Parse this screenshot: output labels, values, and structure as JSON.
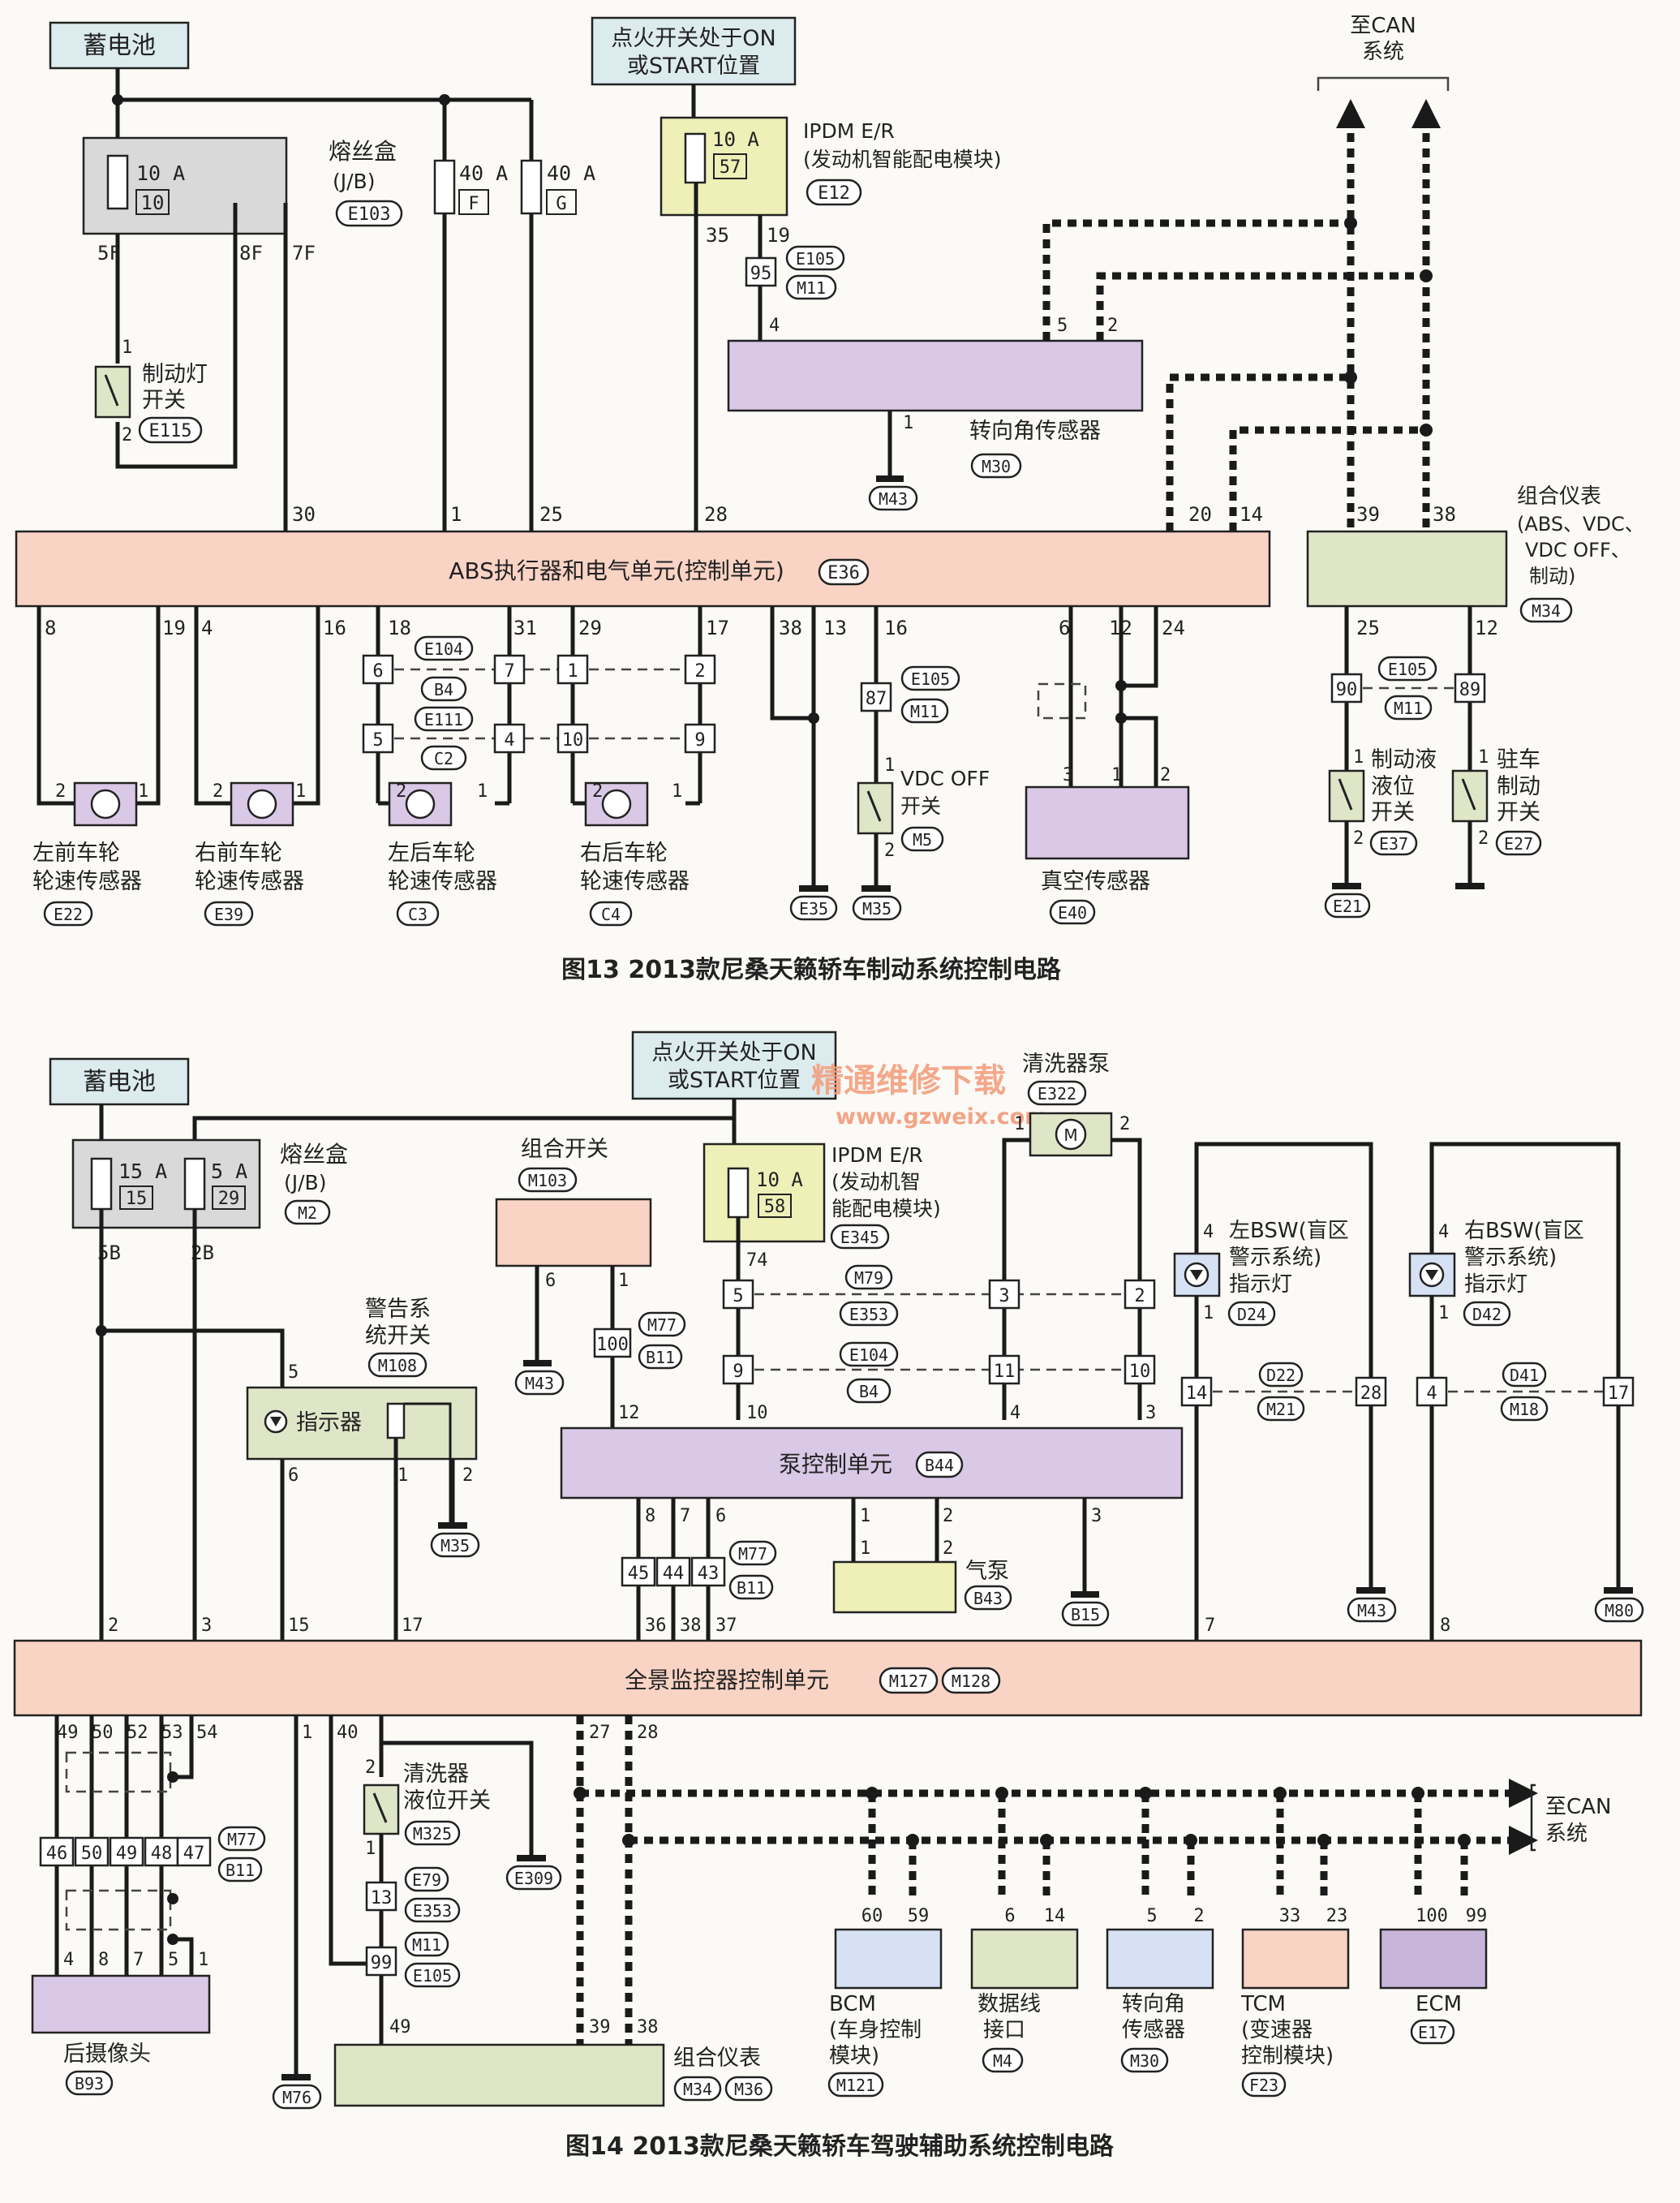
{
  "fig13": {
    "caption": "图13 2013款尼桑天籁轿车制动系统控制电路",
    "battery": "蓄电池",
    "ign_1": "点火开关处于ON",
    "ign_2": "或START位置",
    "can_1": "至CAN",
    "can_2": "系统",
    "fusebox": "熔丝盒",
    "fusebox_jb": "(J/B)",
    "fusebox_conn": "E103",
    "fuse_10a": "10 A",
    "fuse_10a_no": "10",
    "fuse_40f": "40 A",
    "fuse_40f_no": "F",
    "fuse_40g": "40 A",
    "fuse_40g_no": "G",
    "pin_5f": "5F",
    "pin_8f": "8F",
    "pin_7f": "7F",
    "ipdm_1": "IPDM E/R",
    "ipdm_2": "(发动机智能配电模块)",
    "ipdm_fuse": "10 A",
    "ipdm_fuse_no": "57",
    "ipdm_conn": "E12",
    "pin_35": "35",
    "pin_19": "19",
    "j95": "95",
    "j95_c1": "E105",
    "j95_c2": "M11",
    "pin_4": "4",
    "brake_sw_1": "制动灯",
    "brake_sw_2": "开关",
    "brake_sw_conn": "E115",
    "sas": "转向角传感器",
    "sas_conn": "M30",
    "sas_gnd": "M43",
    "abs": "ABS执行器和电气单元(控制单元)",
    "abs_conn": "E36",
    "meter_1": "组合仪表",
    "meter_2": "(ABS、VDC、",
    "meter_3": "VDC OFF、",
    "meter_4": "制动)",
    "meter_conn": "M34",
    "c_e104": "E104",
    "c_b4": "B4",
    "c_e111": "E111",
    "c_c2": "C2",
    "j87": "87",
    "j87_c1": "E105",
    "j87_c2": "M11",
    "vdcoff_1": "VDC OFF",
    "vdcoff_2": "开关",
    "vdcoff_conn": "M5",
    "vac": "真空传感器",
    "vac_conn": "E40",
    "j90": "90",
    "j89": "89",
    "j9089_c1": "E105",
    "j9089_c2": "M11",
    "bfl_1": "制动液",
    "bfl_2": "液位",
    "bfl_3": "开关",
    "bfl_conn": "E37",
    "pk_1": "驻车",
    "pk_2": "制动",
    "pk_3": "开关",
    "pk_conn": "E27",
    "ws_fl_1": "左前车轮",
    "ws_fl_2": "轮速传感器",
    "ws_fl_conn": "E22",
    "ws_fr_1": "右前车轮",
    "ws_fr_2": "轮速传感器",
    "ws_fr_conn": "E39",
    "ws_rl_1": "左后车轮",
    "ws_rl_2": "轮速传感器",
    "ws_rl_conn": "C3",
    "ws_rr_1": "右后车轮",
    "ws_rr_2": "轮速传感器",
    "ws_rr_conn": "C4",
    "g_e35": "E35",
    "g_m35": "M35",
    "g_e21": "E21"
  },
  "fig14": {
    "caption": "图14 2013款尼桑天籁轿车驾驶辅助系统控制电路",
    "battery": "蓄电池",
    "ign_1": "点火开关处于ON",
    "ign_2": "或START位置",
    "watermark_1": "精通维修下载",
    "watermark_2": "www.gzweix.com",
    "washer_pump": "清洗器泵",
    "washer_pump_conn": "E322",
    "fusebox": "熔丝盒",
    "fusebox_jb": "(J/B)",
    "fusebox_conn": "M2",
    "fuse_15a": "15 A",
    "fuse_15a_no": "15",
    "fuse_5a": "5 A",
    "fuse_5a_no": "29",
    "pin_5b": "5B",
    "pin_2b": "2B",
    "combo_sw": "组合开关",
    "combo_sw_conn": "M103",
    "ipdm_1": "IPDM E/R",
    "ipdm_2": "(发动机智",
    "ipdm_3": "能配电模块)",
    "ipdm_fuse": "10 A",
    "ipdm_fuse_no": "58",
    "ipdm_conn": "E345",
    "bsw_l_1": "左BSW(盲区",
    "bsw_l_2": "警示系统)",
    "bsw_l_3": "指示灯",
    "bsw_l_conn": "D24",
    "bsw_r_1": "右BSW(盲区",
    "bsw_r_2": "警示系统)",
    "bsw_r_3": "指示灯",
    "bsw_r_conn": "D42",
    "warn_sw_1": "警告系",
    "warn_sw_2": "统开关",
    "warn_sw_conn": "M108",
    "indicator": "指示器",
    "j100": "100",
    "j100_c1": "M77",
    "j100_c2": "B11",
    "c_m79": "M79",
    "c_e353": "E353",
    "c_e104": "E104",
    "c_b4": "B4",
    "c_d22": "D22",
    "c_m21": "M21",
    "c_d41": "D41",
    "c_m18": "M18",
    "pump_cu": "泵控制单元",
    "pump_cu_conn": "B44",
    "air_pump": "气泵",
    "air_pump_conn": "B43",
    "avm": "全景监控器控制单元",
    "avm_conn1": "M127",
    "avm_conn2": "M128",
    "j454443_c1": "M77",
    "j454443_c2": "B11",
    "washer_lvl_1": "清洗器",
    "washer_lvl_2": "液位开关",
    "washer_lvl_conn": "M325",
    "j13": "13",
    "j13_c1": "E79",
    "j13_c2": "E353",
    "j99": "99",
    "j99_c1": "M11",
    "j99_c2": "E105",
    "rear_cam": "后摄像头",
    "rear_cam_conn": "B93",
    "cam_j_c1": "M77",
    "cam_j_c2": "B11",
    "meter": "组合仪表",
    "meter_conn1": "M34",
    "meter_conn2": "M36",
    "can_1": "至CAN",
    "can_2": "系统",
    "bcm_1": "BCM",
    "bcm_2": "(车身控制",
    "bcm_3": "模块)",
    "bcm_conn": "M121",
    "dlc_1": "数据线",
    "dlc_2": "接口",
    "dlc_conn": "M4",
    "sas_1": "转向角",
    "sas_2": "传感器",
    "sas_conn": "M30",
    "tcm_1": "TCM",
    "tcm_2": "(变速器",
    "tcm_3": "控制模块)",
    "tcm_conn": "F23",
    "ecm": "ECM",
    "ecm_conn": "E17",
    "g_m43": "M43",
    "g_m35": "M35",
    "g_b15": "B15",
    "g_m43b": "M43",
    "g_m80": "M80",
    "g_e309": "E309",
    "g_m76": "M76"
  },
  "colors": {
    "label_box": "#dcebee",
    "ecu_pink": "#f9d3c4",
    "ipdm_yellow": "#eef0b8",
    "module_purple": "#d9c8e6",
    "grey_box": "#d9d9d9",
    "green_box": "#dfe6c8",
    "blue_box": "#d6e2f4",
    "ecm_violet": "#c7b6da"
  }
}
